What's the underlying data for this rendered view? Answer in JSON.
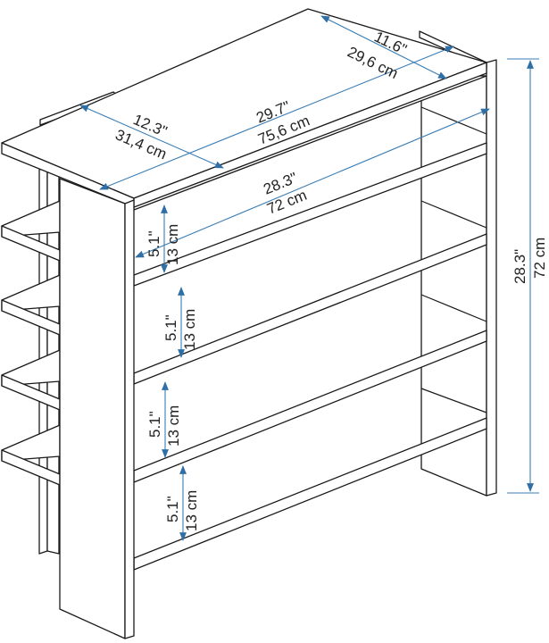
{
  "diagram": {
    "type": "technical-drawing",
    "subject": "5-tier open shelving unit (isometric view)",
    "line_color": "#1a1a1a",
    "dimension_color": "#3a7db5",
    "dimensions": {
      "top_depth": {
        "imperial": "11.6\"",
        "metric": "29,6 cm"
      },
      "top_side_depth": {
        "imperial": "12.3\"",
        "metric": "31,4 cm"
      },
      "top_width": {
        "imperial": "29.7\"",
        "metric": "75,6 cm"
      },
      "inner_width": {
        "imperial": "28.3\"",
        "metric": "72 cm"
      },
      "total_height": {
        "imperial": "28.3\"",
        "metric": "72 cm"
      },
      "shelf_gaps": [
        {
          "imperial": "5.1\"",
          "metric": "13 cm"
        },
        {
          "imperial": "5.1\"",
          "metric": "13 cm"
        },
        {
          "imperial": "5.1\"",
          "metric": "13 cm"
        },
        {
          "imperial": "5.1\"",
          "metric": "13 cm"
        }
      ]
    },
    "shelf_count": 5,
    "side_shelves_count": 4
  }
}
